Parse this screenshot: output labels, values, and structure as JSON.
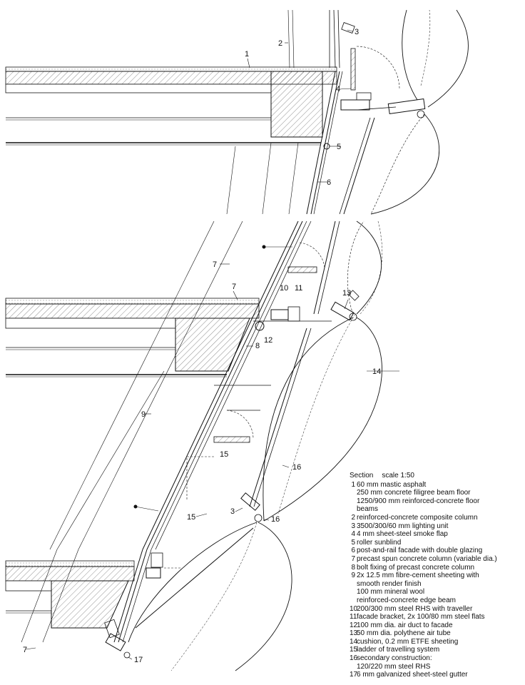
{
  "section_title": "Section",
  "scale": "scale 1:50",
  "callouts": [
    "1",
    "2",
    "3",
    "4",
    "5",
    "6",
    "7",
    "7",
    "8",
    "9",
    "10",
    "11",
    "12",
    "13",
    "14",
    "15",
    "15",
    "16",
    "3",
    "16",
    "7",
    "17"
  ],
  "legend": [
    {
      "num": "1",
      "lines": [
        "60 mm mastic asphalt",
        "250 mm concrete filigree beam floor",
        "1250/900 mm reinforced-concrete floor",
        "beams"
      ]
    },
    {
      "num": "2",
      "lines": [
        "reinforced-concrete composite column"
      ]
    },
    {
      "num": "3",
      "lines": [
        "3500/300/60 mm lighting unit"
      ]
    },
    {
      "num": "4",
      "lines": [
        "4 mm sheet-steel smoke flap"
      ]
    },
    {
      "num": "5",
      "lines": [
        "roller sunblind"
      ]
    },
    {
      "num": "6",
      "lines": [
        "post-and-rail facade with double glazing"
      ]
    },
    {
      "num": "7",
      "lines": [
        "precast spun concrete column (variable dia.)"
      ]
    },
    {
      "num": "8",
      "lines": [
        "bolt fixing of precast concrete column"
      ]
    },
    {
      "num": "9",
      "lines": [
        "2x 12.5 mm fibre-cement sheeting with",
        "smooth render finish",
        "100 mm mineral wool",
        "reinforced-concrete edge beam"
      ]
    },
    {
      "num": "10",
      "lines": [
        "200/300 mm steel RHS with traveller"
      ]
    },
    {
      "num": "11",
      "lines": [
        "facade bracket, 2x 100/80 mm steel flats"
      ]
    },
    {
      "num": "12",
      "lines": [
        "100 mm dia. air duct to facade"
      ]
    },
    {
      "num": "13",
      "lines": [
        "50 mm dia. polythene air tube"
      ]
    },
    {
      "num": "14",
      "lines": [
        "cushion, 0.2 mm ETFE sheeting"
      ]
    },
    {
      "num": "15",
      "lines": [
        "ladder of travelling system"
      ]
    },
    {
      "num": "16",
      "lines": [
        "secondary construction:",
        "120/220 mm steel RHS"
      ]
    },
    {
      "num": "17",
      "lines": [
        "6 mm galvanized sheet-steel gutter"
      ]
    }
  ]
}
